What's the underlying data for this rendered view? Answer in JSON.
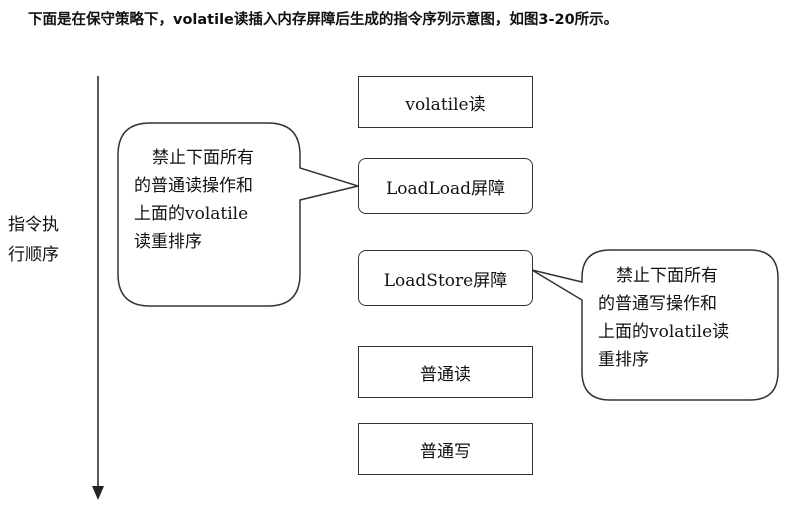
{
  "caption": "下面是在保守策略下，volatile读插入内存屏障后生成的指令序列示意图，如图3-20所示。",
  "axis_label": [
    "指令执",
    "行顺序"
  ],
  "boxes": [
    {
      "label": "volatile读",
      "shape": "square"
    },
    {
      "label": "LoadLoad屏障",
      "shape": "rounded"
    },
    {
      "label": "LoadStore屏障",
      "shape": "rounded"
    },
    {
      "label": "普通读",
      "shape": "square"
    },
    {
      "label": "普通写",
      "shape": "square"
    }
  ],
  "callout_left": {
    "lines": [
      "禁止下面所有",
      "的普通读操作和",
      "上面的volatile",
      "读重排序"
    ],
    "points_to": "LoadLoad屏障"
  },
  "callout_right": {
    "lines": [
      "禁止下面所有",
      "的普通写操作和",
      "上面的volatile读",
      "重排序"
    ],
    "points_to": "LoadStore屏障"
  }
}
